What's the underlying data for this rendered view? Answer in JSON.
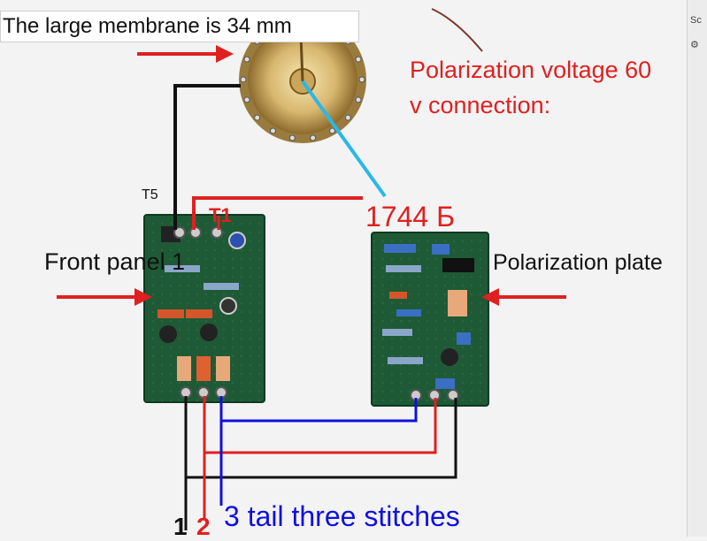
{
  "labels": {
    "title": "The large membrane is 34 mm",
    "polarization_voltage_line1": "Polarization voltage 60",
    "polarization_voltage_line2": "v connection:",
    "t5": "T5",
    "t1": "T1",
    "code_1744": "1744 Б",
    "front_panel": "Front panel 1",
    "polarization_plate": "Polarization plate",
    "tail_stitches": "3 tail three stitches",
    "num_1": "1",
    "num_2": "2"
  },
  "colors": {
    "red": "#e02020",
    "blue": "#1010e0",
    "black": "#111111",
    "cyan": "#29b8e8",
    "pcb": "#1f5a36"
  }
}
